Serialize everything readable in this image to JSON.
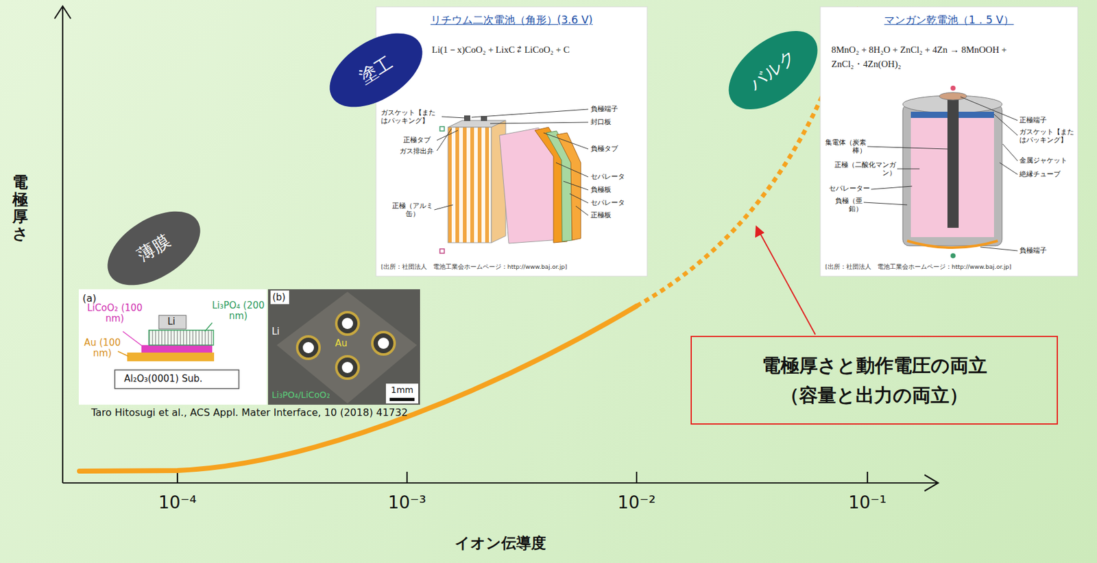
{
  "diagram": {
    "nodes": [
      {
        "text": [
          "薄膜"
        ]
      },
      {
        "text": [
          "塗工"
        ]
      },
      {
        "text": [
          "リチウム二次電池（角形）(3.6 V)",
          "Li(1－x)CoO₂ + LixC ⇄ LiCoO₂ + C",
          "[出所：社団法人　電池工業会ホームページ：http://www.baj.or.jp]"
        ]
      },
      {
        "text": [
          "バルク"
        ]
      },
      {
        "text": [
          "マンガン乾電池（1．5 V）",
          "8MnO₂ + 8H₂O + ZnCl₂ + 4Zn → 8MnOOH + ZnCl₂・4Zn(OH)₂",
          "[出所：社団法人　電池工業会ホームページ：http://www.baj.or.jp]"
        ]
      },
      {
        "text": [
          "電極厚さと動作電圧の両立",
          "（容量と出力の両立）"
        ]
      }
    ],
    "labels": [
      "電極厚さ",
      "イオン伝導度",
      "10⁻⁴",
      "10⁻³",
      "10⁻²",
      "10⁻¹",
      "Taro Hitosugi et al., ACS Appl. Mater Interface, 10 (2018) 41732",
      "(a)",
      "LiCoO₂ (100 nm)",
      "Li",
      "Li₃PO₄ (200 nm)",
      "Au (100 nm)",
      "Al₂O₃(0001) Sub.",
      "(b)",
      "Li",
      "Au",
      "Li₃PO₄/LiCoO₂",
      "1mm",
      "ガスケット【またはパッキング】",
      "正極タブ",
      "ガス排出弁",
      "正極（アルミ缶）",
      "負極端子",
      "封口板",
      "負極タブ",
      "セパレータ",
      "負極板",
      "セパレータ",
      "正極板",
      "正極端子",
      "ガスケット【またはパッキング】",
      "金属ジャケット",
      "絶縁チューブ",
      "集電体（炭素棒）",
      "正極（二酸化マンガン）",
      "セパレーター",
      "負極（亜鉛）",
      "負極端子"
    ]
  }
}
